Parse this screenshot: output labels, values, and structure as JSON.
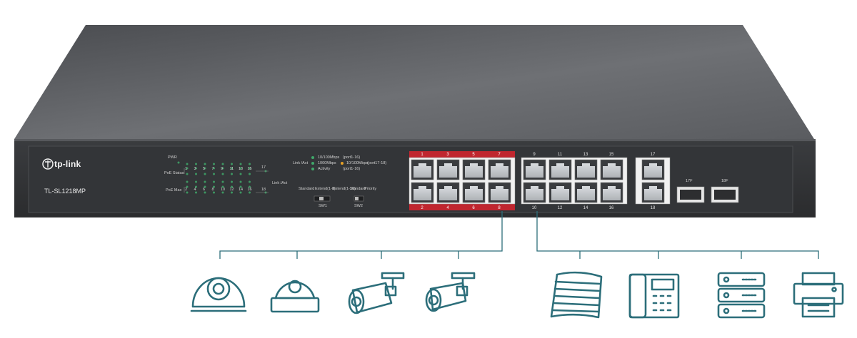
{
  "brand": {
    "name": "tp-link",
    "model": "TL-SL1218MP"
  },
  "indicators": {
    "pwr": "PWR",
    "poe_status": "PoE Status",
    "poe_max": "PoE Max",
    "link_act": "Link /Act",
    "top_numbers": [
      "1",
      "3",
      "5",
      "7",
      "9",
      "11",
      "13",
      "15"
    ],
    "bottom_numbers": [
      "2",
      "4",
      "6",
      "8",
      "10",
      "12",
      "14",
      "16"
    ],
    "port17": "17",
    "port18": "18"
  },
  "legend": {
    "title": "Link /Act",
    "rows": [
      {
        "text": "10/100Mbps",
        "range": "(port1-16)"
      },
      {
        "text": "1000Mbps",
        "text2": "10/100Mbps",
        "range": "(port17-18)"
      },
      {
        "text": "Activity",
        "range": "(port1-16)"
      }
    ]
  },
  "switches": {
    "sw1": {
      "label": "SW1",
      "left": "Standard",
      "mid": "Extend(1-8)",
      "right": "Extend(1-16)"
    },
    "sw2": {
      "label": "SW2",
      "left": "Standard",
      "right": "Priority"
    }
  },
  "ports": {
    "top": [
      "1",
      "3",
      "5",
      "7",
      "9",
      "11",
      "13",
      "15",
      "17"
    ],
    "bottom": [
      "2",
      "4",
      "6",
      "8",
      "10",
      "12",
      "14",
      "16",
      "18"
    ],
    "sfp": [
      "17F",
      "18F"
    ]
  },
  "devices": {
    "group1": [
      "dome-camera-icon",
      "dome-camera-2-icon",
      "bullet-camera-icon",
      "bullet-camera-2-icon"
    ],
    "group2": [
      "access-point-icon",
      "ip-phone-icon",
      "server-icon",
      "printer-icon"
    ]
  },
  "colors": {
    "accent": "#2c6e7a",
    "red": "#c0262f",
    "chassis": "#3b3d40"
  }
}
